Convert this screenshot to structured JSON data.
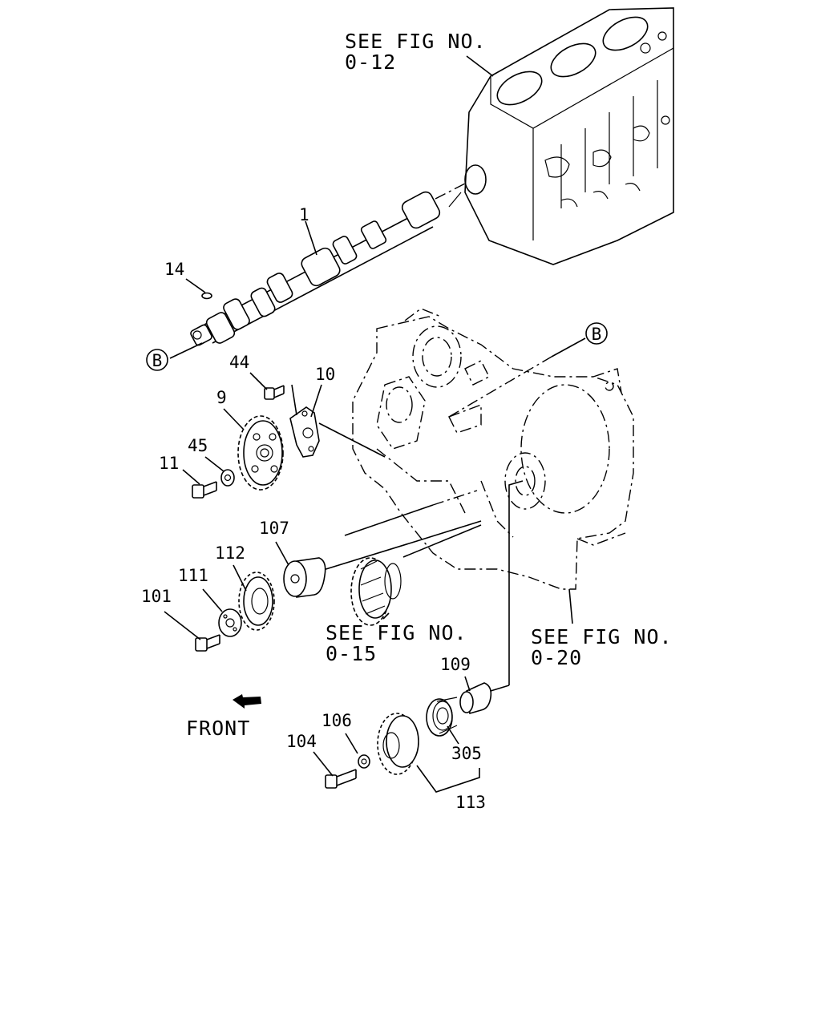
{
  "references": {
    "block": {
      "line1": "SEE FIG NO.",
      "line2": "0-12"
    },
    "crank_gear": {
      "line1": "SEE FIG NO.",
      "line2": "0-15"
    },
    "case": {
      "line1": "SEE FIG NO.",
      "line2": "0-20"
    }
  },
  "callouts": {
    "p1": "1",
    "p14": "14",
    "p44": "44",
    "p10": "10",
    "p9": "9",
    "p45": "45",
    "p11": "11",
    "p107": "107",
    "p112": "112",
    "p111": "111",
    "p101": "101",
    "p109": "109",
    "p106": "106",
    "p104": "104",
    "p305": "305",
    "p113": "113"
  },
  "markers": {
    "left": "B",
    "right": "B"
  },
  "front_label": "FRONT"
}
